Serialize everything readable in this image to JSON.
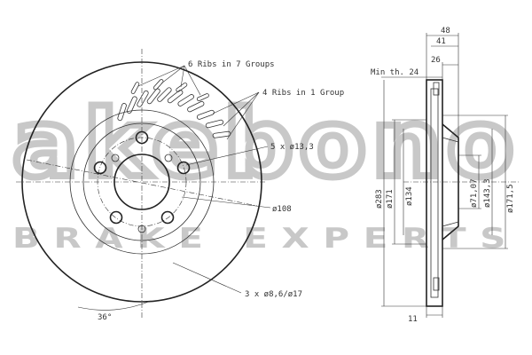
{
  "watermark": {
    "logo": "akebono",
    "subtitle": "BRAKE EXPERTS"
  },
  "annotations": {
    "ribs_groups": "6 Ribs in 7 Groups",
    "ribs_single": "4 Ribs in 1 Group",
    "bolt_holes": "5 x ø13,3",
    "pcd": "ø108",
    "small_holes": "3 x ø8,6/ø17",
    "angle": "36°",
    "min_thickness": "Min th. 24"
  },
  "dimensions": {
    "top_48": "48",
    "top_41": "41",
    "top_26": "26",
    "bottom_11": "11",
    "d283": "ø283",
    "d171": "ø171",
    "d134": "ø134",
    "d71": "ø71,07",
    "d143": "ø143,3",
    "d1715": "ø171,5"
  }
}
